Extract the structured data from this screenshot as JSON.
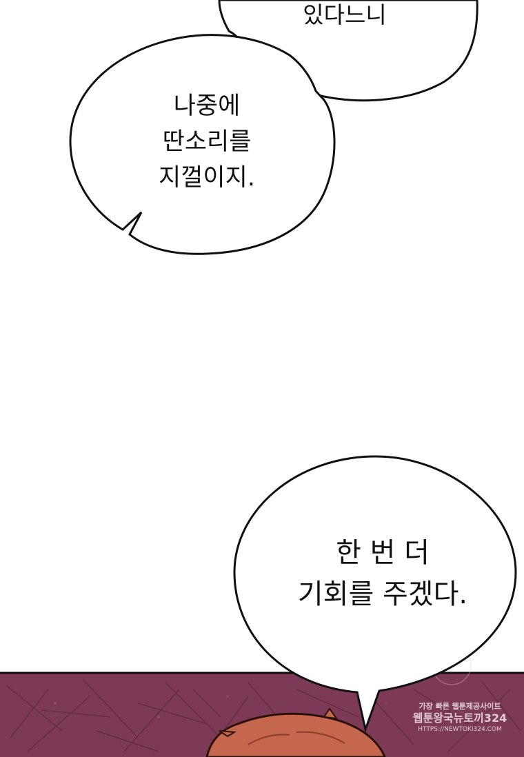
{
  "bubbles": {
    "top_right": {
      "lines": [
        "있다느니"
      ]
    },
    "left": {
      "lines": [
        "나중에",
        "딴소리를",
        "지껄이지."
      ]
    },
    "bottom_right": {
      "lines": [
        "한 번 더",
        "기회를 주겠다."
      ]
    }
  },
  "watermark": {
    "line1": "가장 빠른 웹툰제공사이트",
    "line2": "웹툰왕국뉴토끼324",
    "line3": "HTTPS://NEWTOKI324.COM"
  },
  "colors": {
    "background": "#ffffff",
    "bubble_fill": "#ffffff",
    "bubble_outline": "#111111",
    "ground": "#7d3a57",
    "ground_dark": "#5c2740",
    "hair": "#c5674d"
  }
}
